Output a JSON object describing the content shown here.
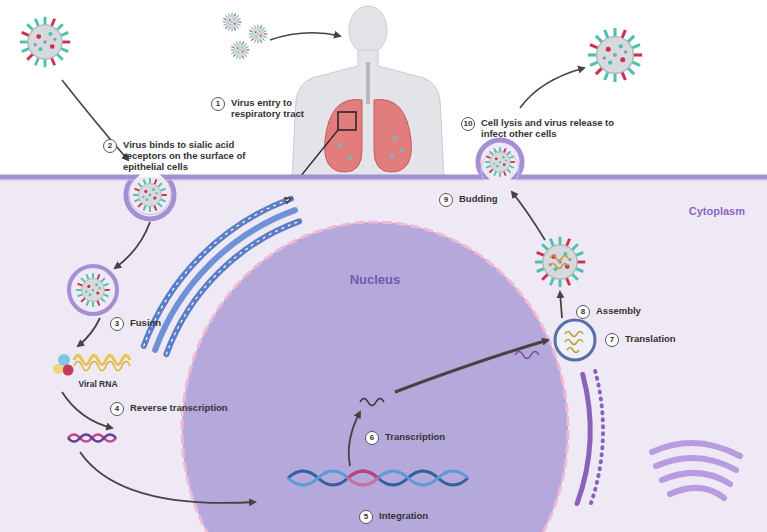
{
  "diagram": {
    "nodes": [
      {
        "text": [
          "1",
          "Virus entry to respiratory tract"
        ]
      },
      {
        "text": [
          "2",
          "Virus binds to sialic acid receptors on the surface of epithelial cells"
        ]
      },
      {
        "text": [
          "10",
          "Cell lysis and virus release to infect other cells"
        ]
      },
      {
        "text": [
          "Cytoplasm"
        ]
      },
      {
        "text": [
          "Nucleus"
        ],
        "in": 3
      },
      {
        "text": [
          "3",
          "Fusion"
        ],
        "in": 3
      },
      {
        "text": [
          "4",
          "Reverse transcription"
        ],
        "in": 3
      },
      {
        "text": [
          "5",
          "Integration"
        ],
        "in": 4
      },
      {
        "text": [
          "6",
          "Transcription"
        ],
        "in": 4
      },
      {
        "text": [
          "7",
          "Translation"
        ],
        "in": 3
      },
      {
        "text": [
          "8",
          "Assembly"
        ],
        "in": 3
      },
      {
        "text": [
          "9",
          "Budding"
        ],
        "in": 3
      }
    ],
    "labels": [
      "Viral RNA"
    ]
  }
}
